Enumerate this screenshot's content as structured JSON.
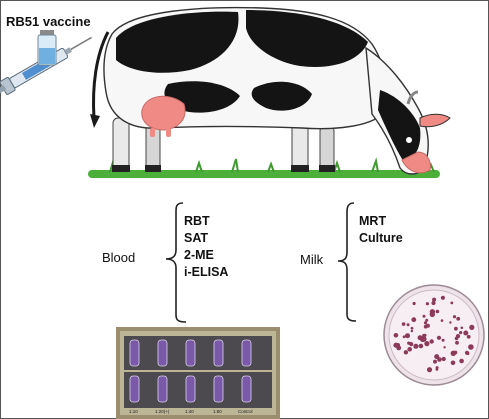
{
  "vaccine_label": "RB51 vaccine",
  "blood": {
    "label": "Blood",
    "tests": [
      "RBT",
      "SAT",
      "2-ME",
      "i-ELISA"
    ]
  },
  "milk": {
    "label": "Milk",
    "tests": [
      "MRT",
      "Culture"
    ]
  },
  "tube_rack_labels": [
    "1:10",
    "1:20(+)",
    "1:40",
    "1:80",
    "Control"
  ],
  "colors": {
    "cow_black": "#141414",
    "cow_white": "#f7f7f7",
    "udder": "#f08a85",
    "grass": "#4caf3a",
    "rack": "#9b8e6f",
    "tube_liquid": "#7a5aa8",
    "petri_dish": "#efe3ea",
    "colony": "#8b3a5a"
  }
}
